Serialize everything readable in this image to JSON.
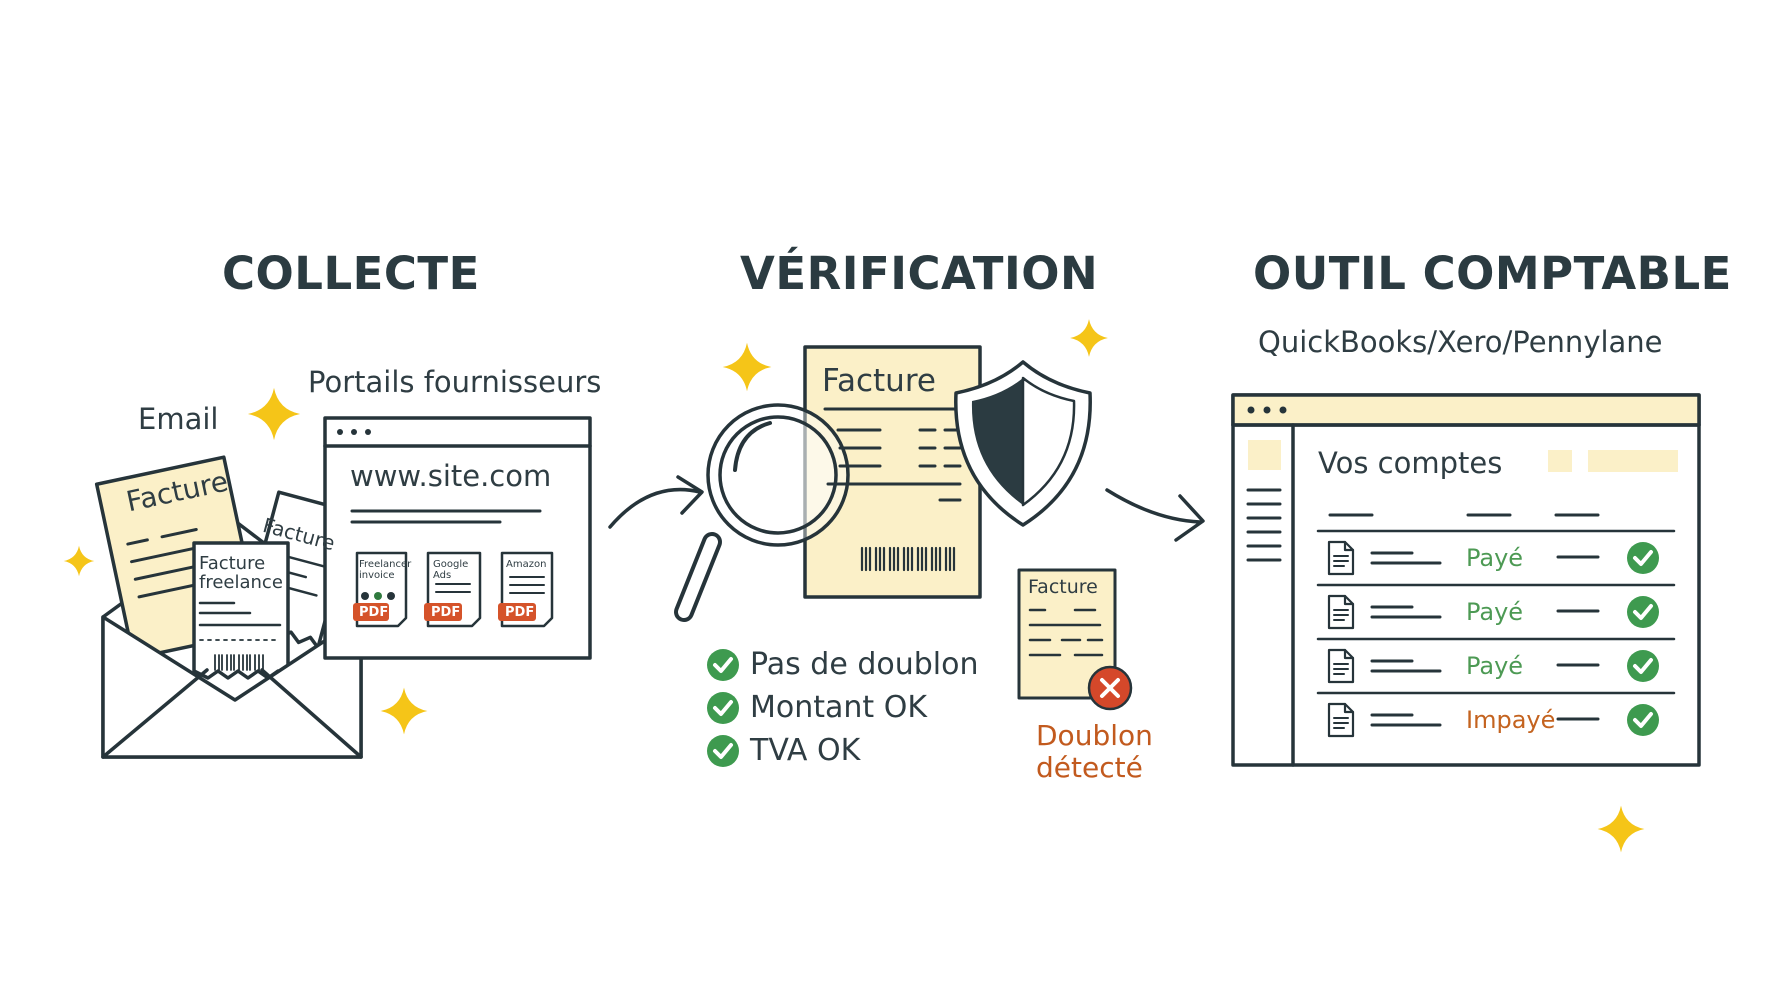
{
  "collecte": {
    "heading": "COLLECTE",
    "email_label": "Email",
    "portals_label": "Portails fournisseurs",
    "invoice_1": "Facture",
    "invoice_2": "Facture",
    "invoice_3": "Facture freelance",
    "url": "www.site.com",
    "portal_docs": [
      {
        "label": "Freelancer invoice",
        "badge": "PDF"
      },
      {
        "label": "Google Ads",
        "badge": "PDF"
      },
      {
        "label": "Amazon",
        "badge": "PDF"
      }
    ]
  },
  "verification": {
    "heading": "VÉRIFICATION",
    "invoice_title": "Facture",
    "checks": [
      "Pas de doublon",
      "Montant OK",
      "TVA OK"
    ],
    "duplicate_doc_title": "Facture",
    "duplicate_label": "Doublon détecté"
  },
  "outil": {
    "heading": "OUTIL COMPTABLE",
    "tools": "QuickBooks/Xero/Pennylane",
    "window_title": "Vos comptes",
    "rows": [
      {
        "status": "Payé",
        "status_type": "paid"
      },
      {
        "status": "Payé",
        "status_type": "paid"
      },
      {
        "status": "Payé",
        "status_type": "paid"
      },
      {
        "status": "Impayé",
        "status_type": "unpaid"
      }
    ]
  },
  "colors": {
    "ink": "#26343a",
    "paper": "#fbf0c8",
    "sparkle": "#f5c518",
    "check_green": "#3e9a4f",
    "alert_red": "#d5482a",
    "pdf_orange": "#d5532a",
    "warning_text": "#c25a1e"
  },
  "icons": [
    "sparkle-icon",
    "envelope-icon",
    "browser-window-icon",
    "arrow-icon",
    "magnifier-icon",
    "shield-icon",
    "barcode-icon",
    "check-circle-icon",
    "error-x-icon",
    "document-icon"
  ]
}
